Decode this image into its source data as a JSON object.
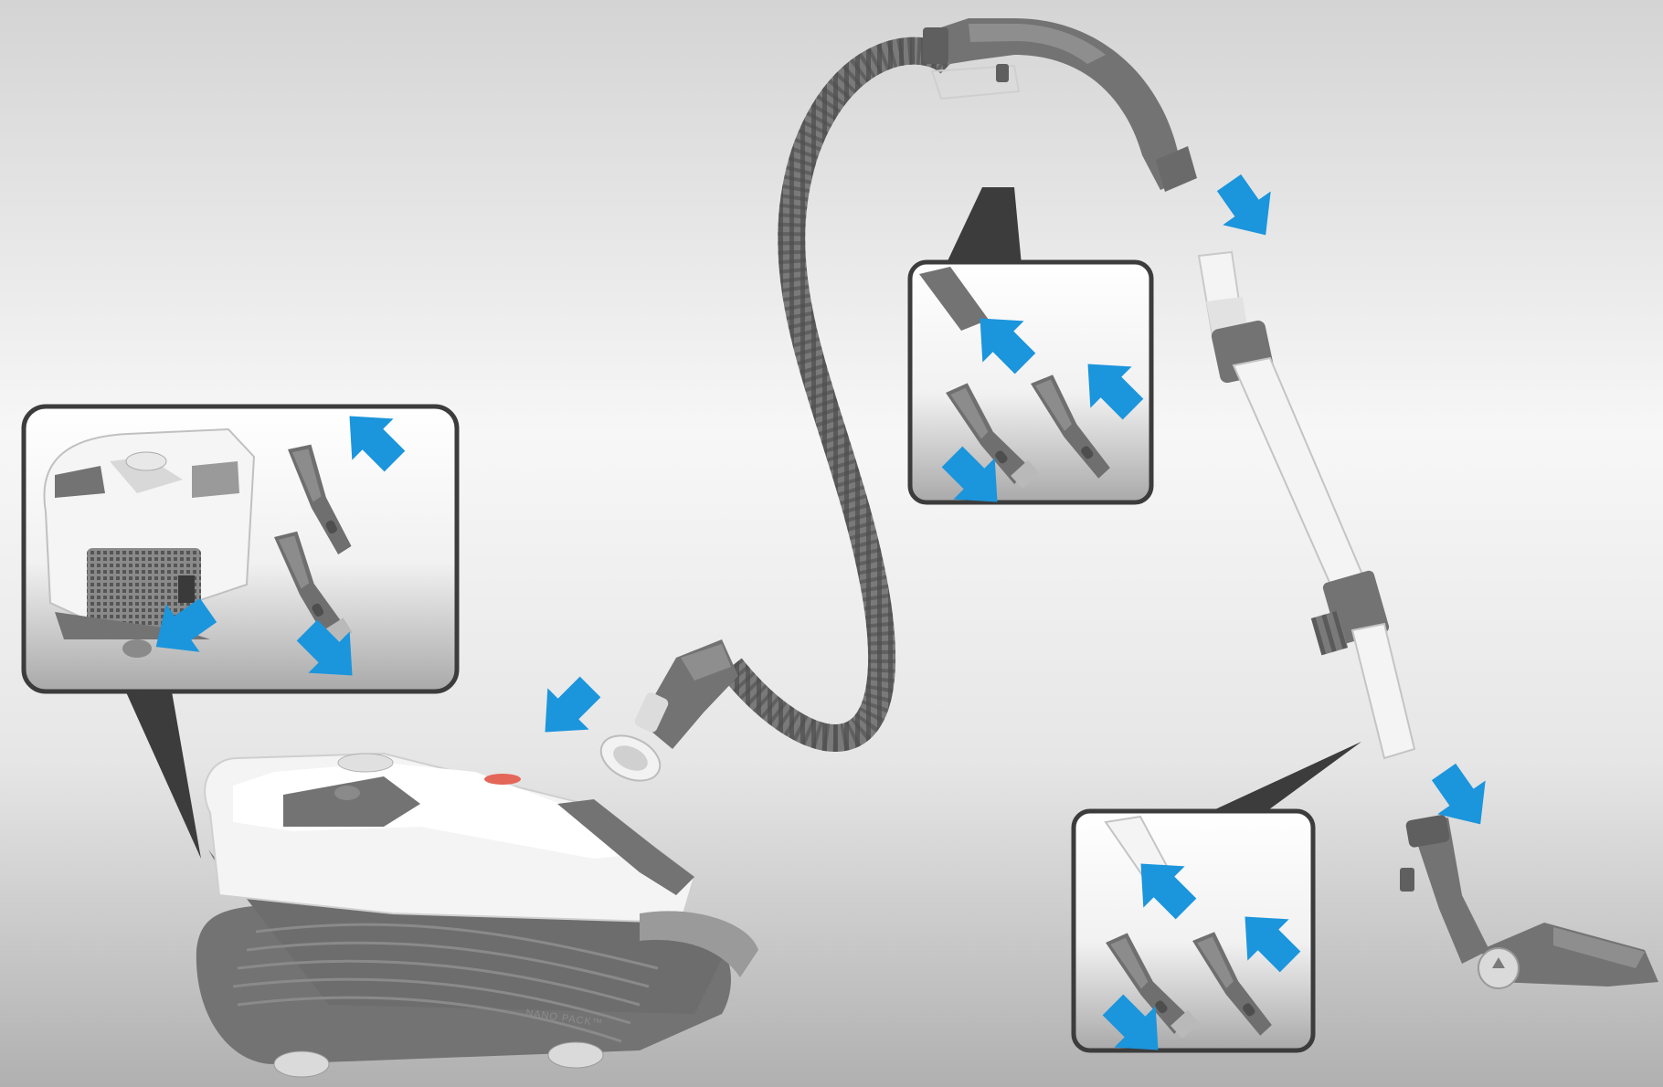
{
  "product_label": "NANO PACK™",
  "accent_color": "#1b95dc",
  "panels": [
    {
      "id": "body-storage",
      "shows": [
        "crevice-tool",
        "dusting-brush"
      ]
    },
    {
      "id": "handle-storage",
      "shows": [
        "crevice-tool",
        "dusting-brush"
      ]
    },
    {
      "id": "tube-storage",
      "shows": [
        "crevice-tool",
        "dusting-brush"
      ]
    }
  ]
}
